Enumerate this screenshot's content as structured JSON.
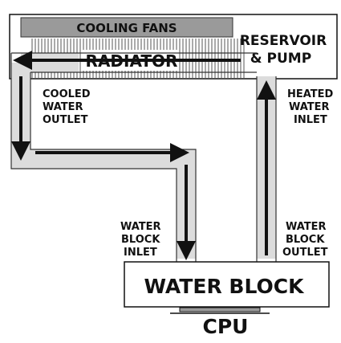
{
  "diagram": {
    "cooling_fans": "COOLING FANS",
    "radiator": "RADIATOR",
    "reservoir_line1": "RESERVOIR",
    "reservoir_line2": "& PUMP",
    "cooled_line1": "COOLED",
    "cooled_line2": "WATER",
    "cooled_line3": "OUTLET",
    "heated_line1": "HEATED",
    "heated_line2": "WATER",
    "heated_line3": "INLET",
    "wb_inlet_line1": "WATER",
    "wb_inlet_line2": "BLOCK",
    "wb_inlet_line3": "INLET",
    "wb_outlet_line1": "WATER",
    "wb_outlet_line2": "BLOCK",
    "wb_outlet_line3": "OUTLET",
    "water_block": "WATER BLOCK",
    "cpu": "CPU"
  },
  "colors": {
    "tube_fill": "#dcdcdc",
    "fans_fill": "#9a9a9a",
    "fin_stroke": "#555555",
    "arrow": "#111111",
    "outline": "#111111"
  }
}
